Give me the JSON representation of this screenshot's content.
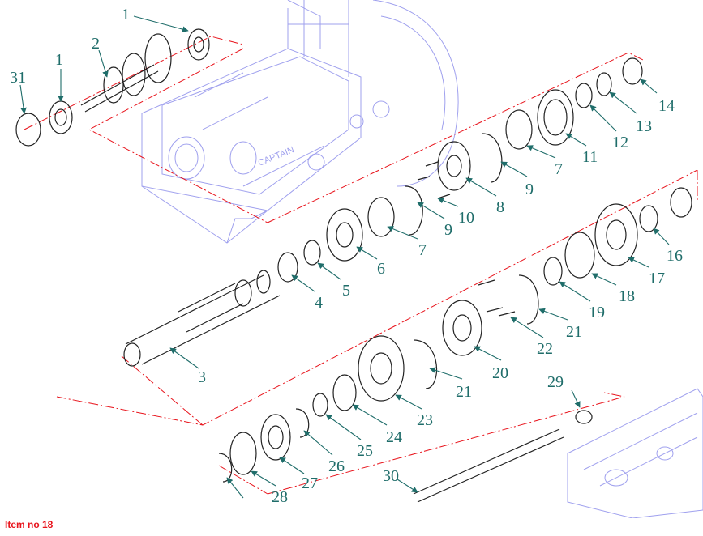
{
  "footer": {
    "label": "Item no 18",
    "color": "#e8141c"
  },
  "colors": {
    "callout": "#1f6d6a",
    "housing": "#9fa0ee",
    "leader": "#e8141c",
    "part": "#222222"
  },
  "callouts": [
    {
      "id": "c1a",
      "text": "1"
    },
    {
      "id": "c1b",
      "text": "1"
    },
    {
      "id": "c2",
      "text": "2"
    },
    {
      "id": "c31",
      "text": "31"
    },
    {
      "id": "c3",
      "text": "3"
    },
    {
      "id": "c4",
      "text": "4"
    },
    {
      "id": "c5",
      "text": "5"
    },
    {
      "id": "c6",
      "text": "6"
    },
    {
      "id": "c7a",
      "text": "7"
    },
    {
      "id": "c7b",
      "text": "7"
    },
    {
      "id": "c8",
      "text": "8"
    },
    {
      "id": "c9a",
      "text": "9"
    },
    {
      "id": "c9b",
      "text": "9"
    },
    {
      "id": "c10",
      "text": "10"
    },
    {
      "id": "c11",
      "text": "11"
    },
    {
      "id": "c12",
      "text": "12"
    },
    {
      "id": "c13",
      "text": "13"
    },
    {
      "id": "c14",
      "text": "14"
    },
    {
      "id": "c16",
      "text": "16"
    },
    {
      "id": "c17",
      "text": "17"
    },
    {
      "id": "c18",
      "text": "18"
    },
    {
      "id": "c19",
      "text": "19"
    },
    {
      "id": "c20",
      "text": "20"
    },
    {
      "id": "c21a",
      "text": "21"
    },
    {
      "id": "c21b",
      "text": "21"
    },
    {
      "id": "c22",
      "text": "22"
    },
    {
      "id": "c23",
      "text": "23"
    },
    {
      "id": "c24",
      "text": "24"
    },
    {
      "id": "c25",
      "text": "25"
    },
    {
      "id": "c26",
      "text": "26"
    },
    {
      "id": "c27",
      "text": "27"
    },
    {
      "id": "c28",
      "text": "28"
    },
    {
      "id": "c29",
      "text": "29"
    },
    {
      "id": "c30",
      "text": "30"
    }
  ]
}
